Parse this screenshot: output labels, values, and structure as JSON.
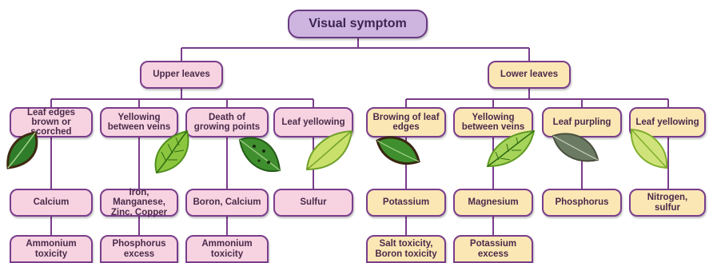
{
  "diagram": {
    "root": "Visual symptom",
    "branches": [
      {
        "label": "Upper leaves",
        "color": "#f7d3e1",
        "children": [
          {
            "symptom": "Leaf edges brown or scorched",
            "cause": "Calcium",
            "extra": "Ammonium toxicity"
          },
          {
            "symptom": "Yellowing between veins",
            "cause": "Iron, Manganese, Zinc, Copper",
            "extra": "Phosphorus excess"
          },
          {
            "symptom": "Death of growing points",
            "cause": "Boron, Calcium",
            "extra": "Ammonium toxicity"
          },
          {
            "symptom": "Leaf yellowing",
            "cause": "Sulfur",
            "extra": ""
          }
        ]
      },
      {
        "label": "Lower leaves",
        "color": "#fbe7b4",
        "children": [
          {
            "symptom": "Browing of leaf edges",
            "cause": "Potassium",
            "extra": "Salt toxicity, Boron toxicity"
          },
          {
            "symptom": "Yellowing between veins",
            "cause": "Magnesium",
            "extra": "Potassium excess"
          },
          {
            "symptom": "Leaf purpling",
            "cause": "Phosphorus",
            "extra": ""
          },
          {
            "symptom": "Leaf yellowing",
            "cause": "Nitrogen, sulfur",
            "extra": ""
          }
        ]
      }
    ],
    "line_color": "#7a3d8c"
  }
}
